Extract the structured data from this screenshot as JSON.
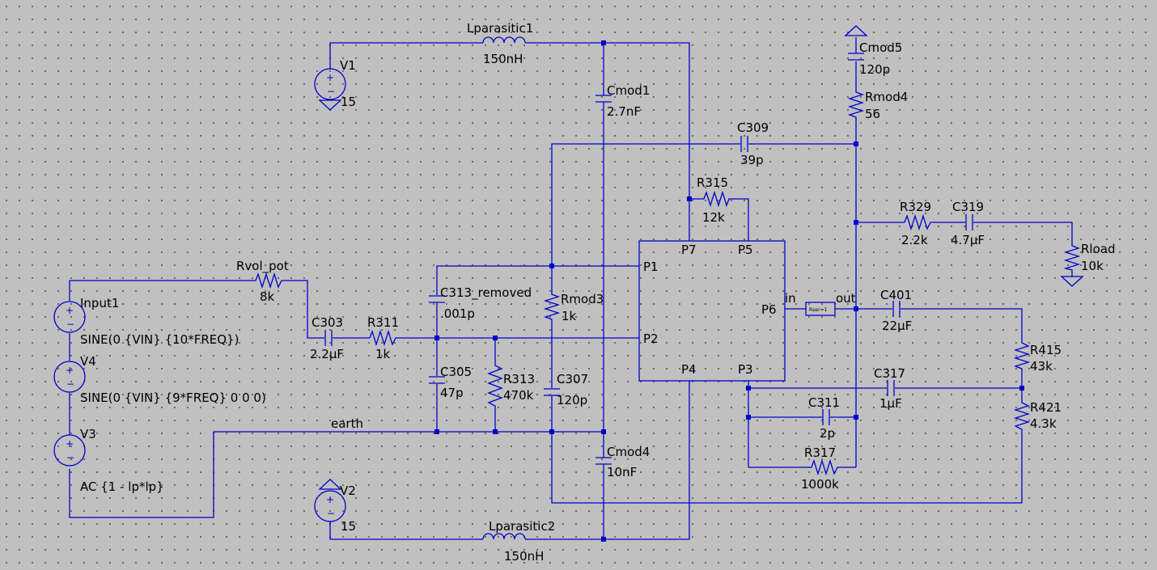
{
  "components": {
    "V1": {
      "name": "V1",
      "value": "15"
    },
    "V2": {
      "name": "V2",
      "value": "15"
    },
    "Input1": {
      "name": "Input1",
      "value": "SINE(0 {VIN} {10*FREQ})"
    },
    "V4": {
      "name": "V4",
      "value": "SINE(0 {VIN} {9*FREQ} 0 0 0)"
    },
    "V3": {
      "name": "V3",
      "value": "AC {1 - lp*lp}"
    },
    "Lparasitic1": {
      "name": "Lparasitic1",
      "value": "150nH"
    },
    "Lparasitic2": {
      "name": "Lparasitic2",
      "value": "150nH"
    },
    "Cmod1": {
      "name": "Cmod1",
      "value": "2.7nF"
    },
    "Cmod4": {
      "name": "Cmod4",
      "value": "10nF"
    },
    "Cmod5": {
      "name": "Cmod5",
      "value": "120p"
    },
    "Rmod4": {
      "name": "Rmod4",
      "value": "56"
    },
    "Rmod3": {
      "name": "Rmod3",
      "value": "1k"
    },
    "C309": {
      "name": "C309",
      "value": "39p"
    },
    "R315": {
      "name": "R315",
      "value": "12k"
    },
    "R329": {
      "name": "R329",
      "value": "2.2k"
    },
    "C319": {
      "name": "C319",
      "value": "4.7µF"
    },
    "Rload": {
      "name": "Rload",
      "value": "10k"
    },
    "Rvol_pot": {
      "name": "Rvol_pot",
      "value": "8k"
    },
    "C303": {
      "name": "C303",
      "value": "2.2µF"
    },
    "R311": {
      "name": "R311",
      "value": "1k"
    },
    "C313": {
      "name": "C313_removed",
      "value": ".001p"
    },
    "C305": {
      "name": "C305",
      "value": "47p"
    },
    "R313": {
      "name": "R313",
      "value": "470k"
    },
    "C307": {
      "name": "C307",
      "value": "120p"
    },
    "C401": {
      "name": "C401",
      "value": "22µF"
    },
    "R415": {
      "name": "R415",
      "value": "43k"
    },
    "R421": {
      "name": "R421",
      "value": "4.3k"
    },
    "C317": {
      "name": "C317",
      "value": "1µF"
    },
    "C311": {
      "name": "C311",
      "value": "2p"
    },
    "R317": {
      "name": "R317",
      "value": "1000k"
    }
  },
  "ic": {
    "pins": {
      "p1": "P1",
      "p2": "P2",
      "p3": "P3",
      "p4": "P4",
      "p5": "P5",
      "p6": "P6",
      "p7": "P7"
    }
  },
  "buffer": {
    "in_label": "in",
    "out_label": "out"
  },
  "nets": {
    "earth": "earth"
  },
  "colors": {
    "wire": "#0000cc",
    "background": "#c0c0c0",
    "grid_dot": "#606060"
  }
}
